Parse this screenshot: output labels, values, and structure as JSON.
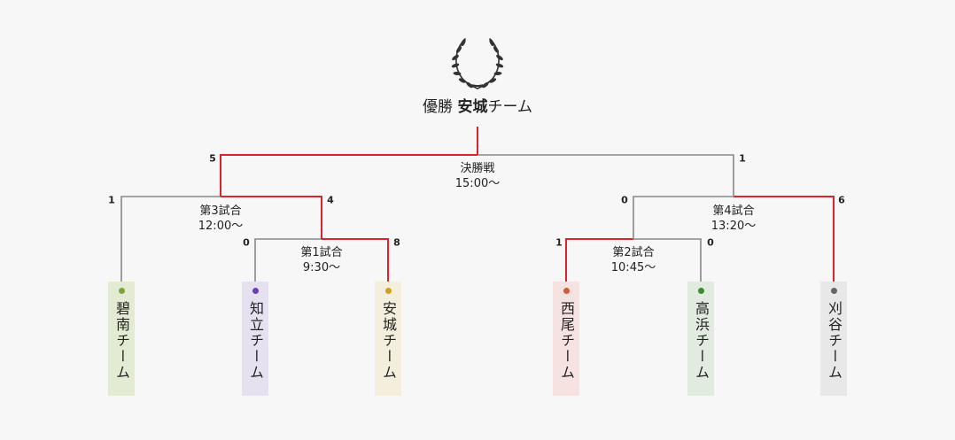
{
  "winner": {
    "prefix": "優勝",
    "team": "安城",
    "suffix": "チーム"
  },
  "colors": {
    "win": "#d9232d",
    "loss": "#888888"
  },
  "teams": [
    {
      "name": "碧南チーム",
      "dot": "#7fa33a",
      "bg": "#e3ebd2"
    },
    {
      "name": "知立チーム",
      "dot": "#6a3fb8",
      "bg": "#e6e1f1"
    },
    {
      "name": "安城チーム",
      "dot": "#c9a320",
      "bg": "#f3efdc"
    },
    {
      "name": "西尾チーム",
      "dot": "#d05a3a",
      "bg": "#f6e3e1"
    },
    {
      "name": "高浜チーム",
      "dot": "#3f8a36",
      "bg": "#e1ebdf"
    },
    {
      "name": "刈谷チーム",
      "dot": "#666666",
      "bg": "#e8e8e8"
    }
  ],
  "matches": {
    "m1": {
      "title": "第1試合",
      "time": "9:30〜",
      "left_score": "0",
      "right_score": "8"
    },
    "m2": {
      "title": "第2試合",
      "time": "10:45〜",
      "left_score": "1",
      "right_score": "0"
    },
    "m3": {
      "title": "第3試合",
      "time": "12:00〜",
      "left_score": "1",
      "right_score": "4"
    },
    "m4": {
      "title": "第4試合",
      "time": "13:20〜",
      "left_score": "0",
      "right_score": "6"
    },
    "final": {
      "title": "決勝戦",
      "time": "15:00〜",
      "left_score": "5",
      "right_score": "1"
    }
  }
}
